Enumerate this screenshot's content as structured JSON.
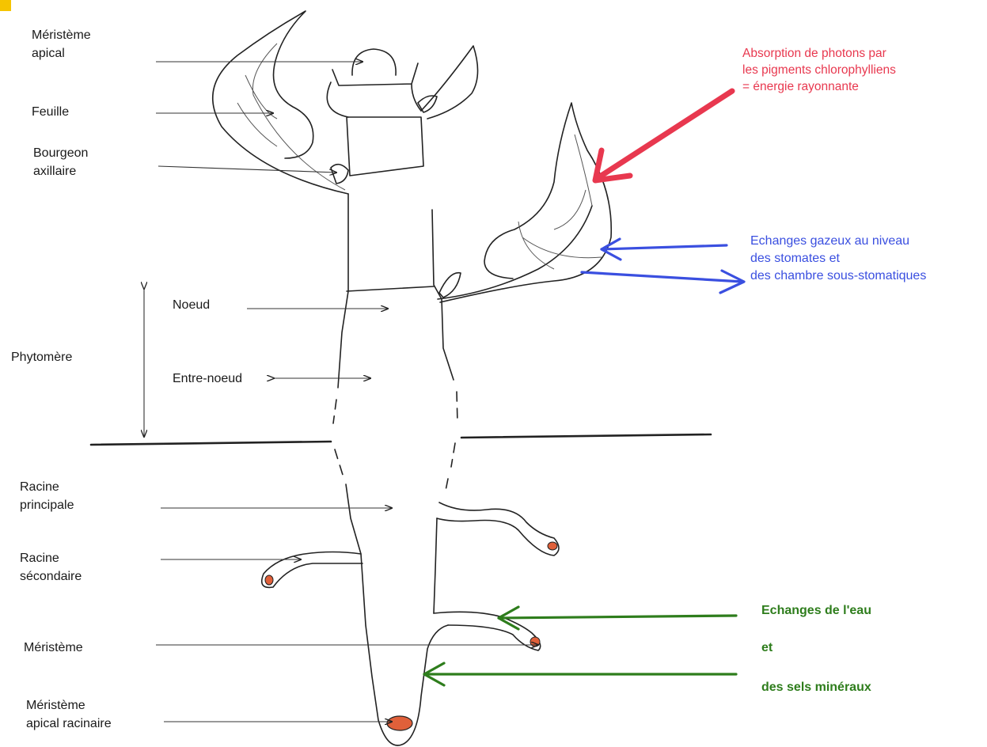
{
  "diagram": {
    "labels": {
      "meristeme_apical": [
        "Méristème",
        "apical"
      ],
      "feuille": "Feuille",
      "bourgeon_axillaire": [
        "Bourgeon",
        "axillaire"
      ],
      "noeud": "Noeud",
      "phytomere": "Phytomère",
      "entre_noeud": "Entre-noeud",
      "racine_principale": [
        "Racine",
        "principale"
      ],
      "racine_secondaire": [
        "Racine",
        "sécondaire"
      ],
      "meristeme": "Méristème",
      "meristeme_apical_racinaire": [
        "Méristème",
        "apical racinaire"
      ]
    },
    "annotations": {
      "photons": [
        "Absorption de photons par",
        "les pigments chlorophylliens",
        "= énergie rayonnante"
      ],
      "gas": [
        "Echanges gazeux au niveau",
        "des stomates et",
        "des chambre sous-stomatiques"
      ],
      "water": [
        "Echanges de l'eau",
        "et",
        "des sels minéraux"
      ]
    },
    "colors": {
      "photons": "#e8384f",
      "gas": "#3a4fe0",
      "water": "#2e7d1c",
      "meristem_fill": "#e0603a",
      "corner_badge": "#f5c400"
    }
  }
}
